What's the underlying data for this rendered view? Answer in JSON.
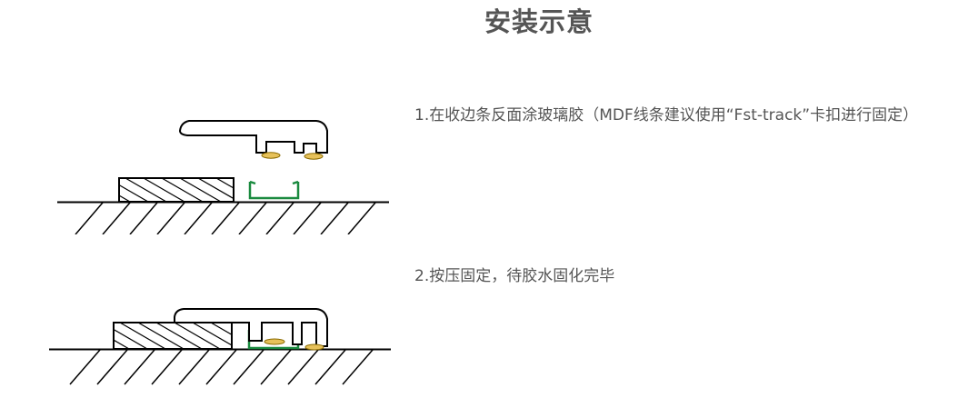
{
  "title": "安装示意",
  "steps": [
    {
      "text": "1.在收边条反面涂玻璃胶（MDF线条建议使用“Fst-track”卡扣进行固定）"
    },
    {
      "text": "2.按压固定，待胶水固化完毕"
    }
  ],
  "colors": {
    "line": "#000000",
    "track": "#1a8a3f",
    "glue": "#e6c15a",
    "text": "#555555"
  }
}
